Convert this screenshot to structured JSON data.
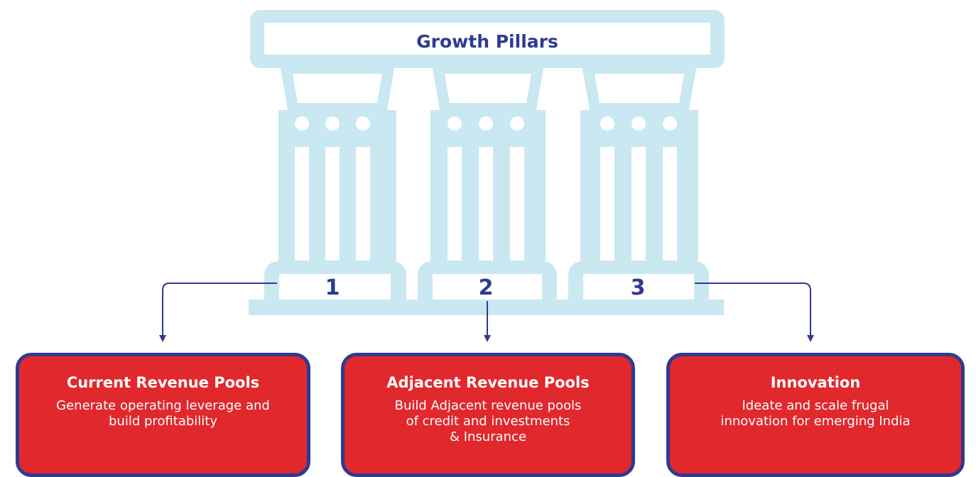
{
  "title": "Growth Pillars",
  "colors": {
    "pillar": "#c9e8f1",
    "accent": "#2e3b8f",
    "box_fill": "#e1282c",
    "box_text": "#ffffff"
  },
  "pillars": [
    {
      "number": "1"
    },
    {
      "number": "2"
    },
    {
      "number": "3"
    }
  ],
  "outcomes": [
    {
      "heading": "Current Revenue Pools",
      "description": "Generate operating leverage and\nbuild profitability"
    },
    {
      "heading": "Adjacent Revenue Pools",
      "description": "Build Adjacent revenue pools\nof credit and investments\n& Insurance"
    },
    {
      "heading": "Innovation",
      "description": "Ideate and scale frugal\ninnovation for emerging India"
    }
  ]
}
